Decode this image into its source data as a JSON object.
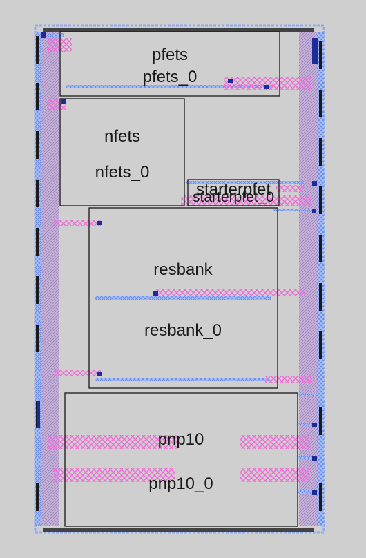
{
  "layout_cells": {
    "pfets": {
      "cell_name": "pfets",
      "instance_name": "pfets_0"
    },
    "nfets": {
      "cell_name": "nfets",
      "instance_name": "nfets_0"
    },
    "starterpfet": {
      "cell_name": "starterpfet",
      "instance_name": "starterpfet_0"
    },
    "resbank": {
      "cell_name": "resbank",
      "instance_name": "resbank_0"
    },
    "pnp10": {
      "cell_name": "pnp10",
      "instance_name": "pnp10_0"
    }
  },
  "colors": {
    "background": "#cfcfcf",
    "rail_fill": "#c4b0d8",
    "metal_blue": "#6a8ef0",
    "poly_pink": "#f06ad8",
    "contact_navy": "#1c2a9a",
    "cell_outline": "#1a1a1a"
  }
}
